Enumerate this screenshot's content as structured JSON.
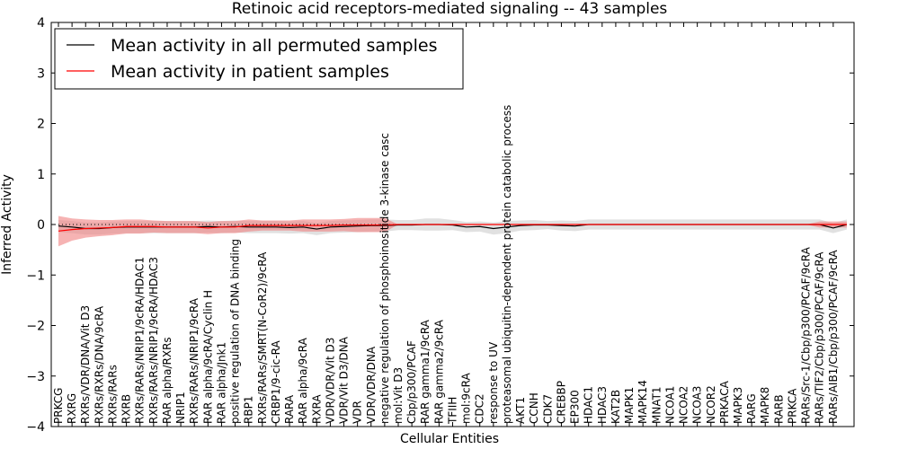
{
  "chart_data": {
    "type": "line",
    "title": "Retinoic acid receptors-mediated signaling -- 43 samples",
    "xlabel": "Cellular Entities",
    "ylabel": "Inferred Activity",
    "ylim": [
      -4,
      4
    ],
    "yticks": [
      "−4",
      "−3",
      "−2",
      "−1",
      "0",
      "1",
      "2",
      "3",
      "4"
    ],
    "grid": false,
    "legend_position": "top-left",
    "categories": [
      "PRKCG",
      "RXRG",
      "RXRs/VDR/DNA/Vit D3",
      "RXRs/RXRs/DNA/9cRA",
      "RXRs/RARs",
      "RXRB",
      "RXRs/RARs/NRIP1/9cRA/HDAC1",
      "RXRs/RARs/NRIP1/9cRA/HDAC3",
      "RAR alpha/RXRs",
      "NRIP1",
      "RXRs/RARs/NRIP1/9cRA",
      "RAR alpha/9cRA/Cyclin H",
      "RAR alpha/Jnk1",
      "positive regulation of DNA binding",
      "RBP1",
      "RXRs/RARs/SMRT(N-CoR2)/9cRA",
      "CRBP1/9-cic-RA",
      "RARA",
      "RAR alpha/9cRA",
      "RXRA",
      "VDR/VDR/Vit D3",
      "VDR/Vit D3/DNA",
      "VDR",
      "VDR/VDR/DNA",
      "negative regulation of phosphoinositide 3-kinase casc",
      "mol:Vit D3",
      "Cbp/p300/PCAF",
      "RAR gamma1/9cRA",
      "RAR gamma2/9cRA",
      "TFIIH",
      "mol:9cRA",
      "CDC2",
      "response to UV",
      "proteasomal ubiquitin-dependent protein catabolic process",
      "AKT1",
      "CCNH",
      "CDK7",
      "CREBBP",
      "EP300",
      "HDAC1",
      "HDAC3",
      "KAT2B",
      "MAPK1",
      "MAPK14",
      "MNAT1",
      "NCOA1",
      "NCOA2",
      "NCOA3",
      "NCOR2",
      "PRKACA",
      "MAPK3",
      "RARG",
      "MAPK8",
      "RARB",
      "PRKCA",
      "RARs/Src-1/Cbp/p300/PCAF/9cRA",
      "RARs/TIF2/Cbp/p300/PCAF/9cRA",
      "RARs/AIB1/Cbp/p300/PCAF/9cRA"
    ],
    "series": [
      {
        "name": "Mean activity in all permuted samples",
        "color": "#000000",
        "band_color": "#c8c8c8",
        "values": [
          -0.03,
          -0.05,
          -0.08,
          -0.08,
          -0.06,
          -0.05,
          -0.05,
          -0.05,
          -0.05,
          -0.05,
          -0.05,
          -0.04,
          -0.05,
          -0.04,
          -0.05,
          -0.05,
          -0.05,
          -0.06,
          -0.05,
          -0.09,
          -0.05,
          -0.04,
          -0.03,
          -0.02,
          -0.02,
          -0.01,
          -0.01,
          0.0,
          0.0,
          -0.01,
          -0.05,
          -0.04,
          -0.08,
          -0.05,
          -0.02,
          -0.01,
          -0.01,
          -0.02,
          -0.03,
          0.0,
          0.0,
          0.0,
          0.0,
          0.0,
          0.0,
          0.0,
          0.0,
          0.0,
          0.0,
          0.0,
          0.0,
          0.0,
          0.0,
          0.0,
          0.0,
          0.0,
          0.0,
          -0.07,
          0.0
        ],
        "band": [
          0.12,
          0.12,
          0.12,
          0.12,
          0.12,
          0.12,
          0.12,
          0.12,
          0.12,
          0.12,
          0.12,
          0.12,
          0.12,
          0.12,
          0.12,
          0.12,
          0.12,
          0.12,
          0.12,
          0.12,
          0.12,
          0.12,
          0.12,
          0.12,
          0.12,
          0.1,
          0.1,
          0.12,
          0.12,
          0.1,
          0.1,
          0.1,
          0.12,
          0.12,
          0.1,
          0.1,
          0.08,
          0.1,
          0.1,
          0.1,
          0.1,
          0.1,
          0.1,
          0.1,
          0.1,
          0.1,
          0.1,
          0.1,
          0.1,
          0.1,
          0.1,
          0.1,
          0.1,
          0.1,
          0.1,
          0.1,
          0.1,
          0.1,
          0.1
        ]
      },
      {
        "name": "Mean activity in patient samples",
        "color": "#ff0000",
        "band_color": "#f08080",
        "values": [
          -0.13,
          -0.1,
          -0.08,
          -0.07,
          -0.06,
          -0.04,
          -0.04,
          -0.04,
          -0.05,
          -0.05,
          -0.05,
          -0.07,
          -0.05,
          -0.05,
          -0.02,
          -0.02,
          -0.02,
          -0.02,
          -0.02,
          -0.02,
          -0.02,
          -0.01,
          -0.01,
          -0.01,
          -0.01,
          0.0,
          0.0,
          0.0,
          0.0,
          0.0,
          0.0,
          0.0,
          0.0,
          0.0,
          0.0,
          0.0,
          0.0,
          0.0,
          0.0,
          0.0,
          0.0,
          0.0,
          0.0,
          0.0,
          0.0,
          0.0,
          0.0,
          0.0,
          0.0,
          0.0,
          0.0,
          0.0,
          0.0,
          0.0,
          0.0,
          0.0,
          0.0,
          0.0,
          0.0
        ],
        "band": [
          0.3,
          0.22,
          0.18,
          0.16,
          0.15,
          0.14,
          0.14,
          0.12,
          0.12,
          0.12,
          0.12,
          0.12,
          0.12,
          0.12,
          0.12,
          0.1,
          0.1,
          0.1,
          0.12,
          0.12,
          0.12,
          0.12,
          0.14,
          0.14,
          0.14,
          0.0,
          0.0,
          0.0,
          0.0,
          0.0,
          0.0,
          0.0,
          0.0,
          0.0,
          0.0,
          0.0,
          0.0,
          0.0,
          0.0,
          0.0,
          0.0,
          0.0,
          0.0,
          0.0,
          0.0,
          0.0,
          0.0,
          0.0,
          0.0,
          0.0,
          0.0,
          0.0,
          0.0,
          0.0,
          0.0,
          0.0,
          0.06,
          0.06,
          0.06
        ]
      }
    ]
  }
}
